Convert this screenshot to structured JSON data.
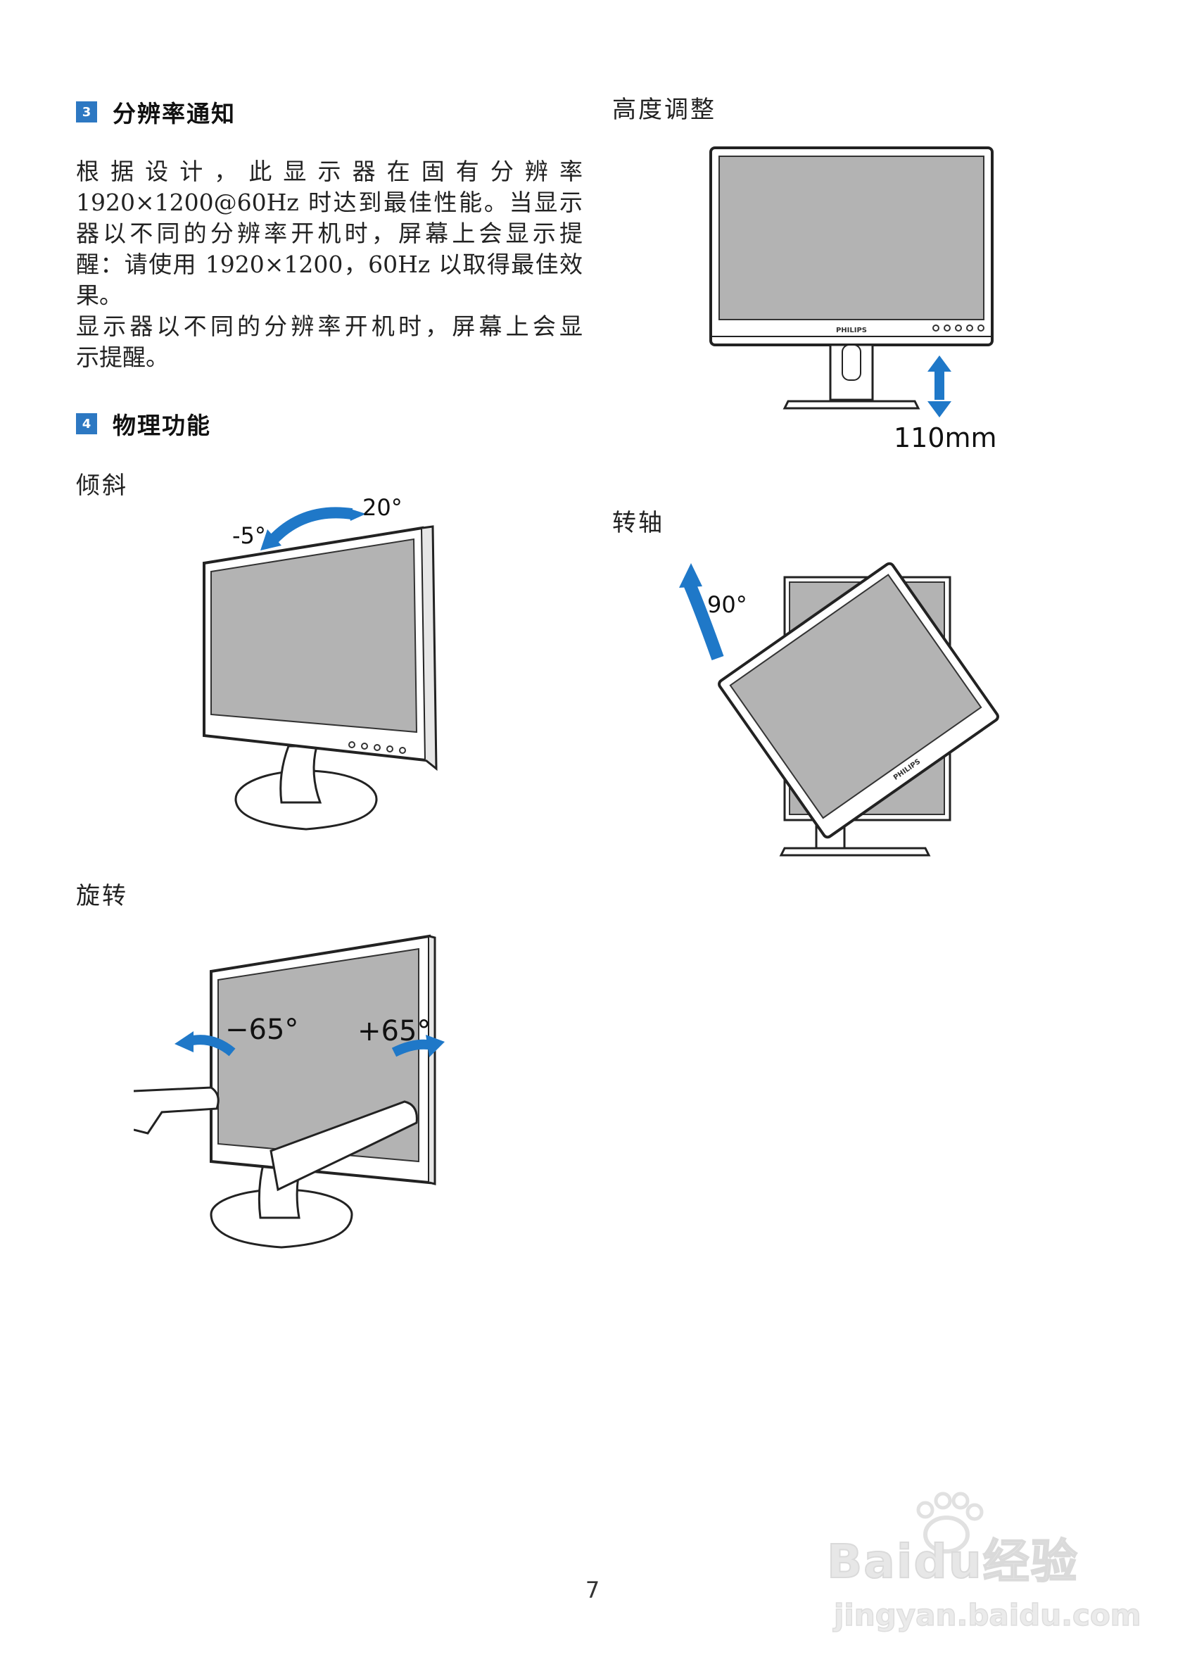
{
  "section3": {
    "number": "3",
    "title": "分辨率通知",
    "paragraph_lines": [
      "根据设计，此显示器在固有分辨率",
      "1920×1200@60Hz 时达到最佳性能。当显示",
      "器以不同的分辨率开机时，屏幕上会显示提",
      "醒：请使用 1920×1200，60Hz 以取得最佳效",
      "果。"
    ],
    "paragraph2_lines": [
      "显示器以不同的分辨率开机时，屏幕上会显",
      "示提醒。"
    ]
  },
  "section4": {
    "number": "4",
    "title": "物理功能"
  },
  "tilt": {
    "label": "倾斜",
    "angle_back": "20°",
    "angle_forward": "-5°"
  },
  "swivel": {
    "label": "旋转",
    "angle_left": "−65°",
    "angle_right": "+65°"
  },
  "height": {
    "label": "高度调整",
    "value": "110mm",
    "brand": "PHILIPS"
  },
  "pivot": {
    "label": "转轴",
    "angle": "90°",
    "brand": "PHILIPS"
  },
  "page_number": "7",
  "watermark": {
    "logo": "Baidu经验",
    "url": "jingyan.baidu.com"
  },
  "colors": {
    "accent": "#2d78c2",
    "screen": "#b3b3b3",
    "arrow": "#1f78c8"
  }
}
